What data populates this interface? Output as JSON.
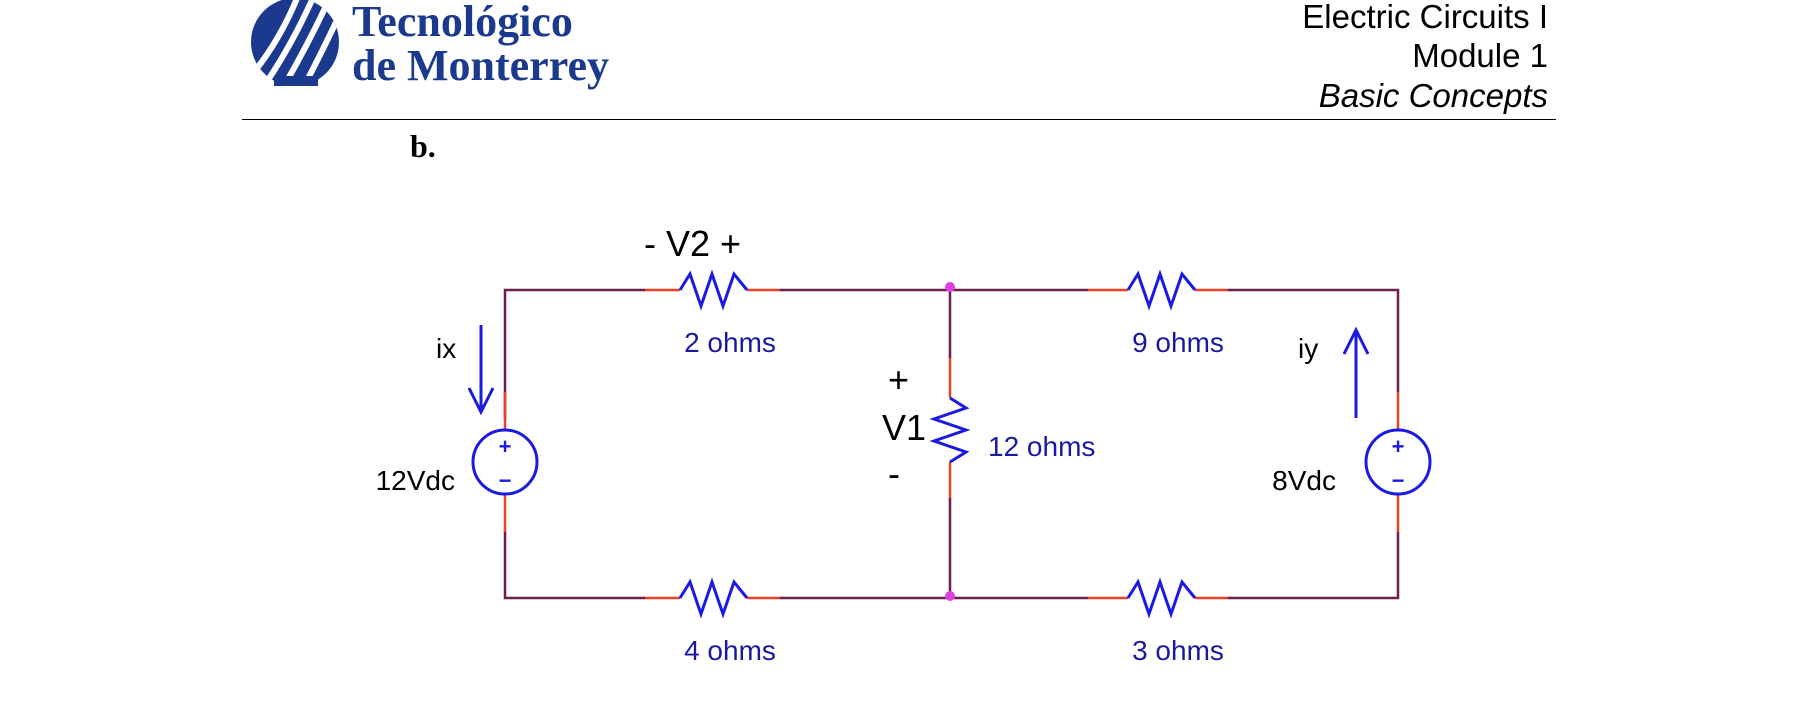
{
  "header": {
    "brand_line1": "Tecnológico",
    "brand_line2": "de Monterrey",
    "course": "Electric Circuits I",
    "module": "Module 1",
    "topic": "Basic Concepts"
  },
  "section_label": "b.",
  "circuit": {
    "resistors": {
      "r_top_left": "2 ohms",
      "r_bottom_left": "4 ohms",
      "r_middle": "12 ohms",
      "r_top_right": "9 ohms",
      "r_bottom_right": "3 ohms"
    },
    "sources": {
      "left": "12Vdc",
      "right": "8Vdc",
      "plus": "+",
      "minus": "−"
    },
    "labels": {
      "v2": "- V2 +",
      "v1": "V1",
      "v1_plus": "+",
      "v1_minus": "-",
      "ix": "ix",
      "iy": "iy"
    }
  },
  "colors": {
    "wire": "#6b1f4a",
    "lead": "#e8412a",
    "component": "#1a1ae0",
    "node": "#e040e0",
    "label": "#1a1aa0",
    "brand": "#1b3a8e"
  }
}
